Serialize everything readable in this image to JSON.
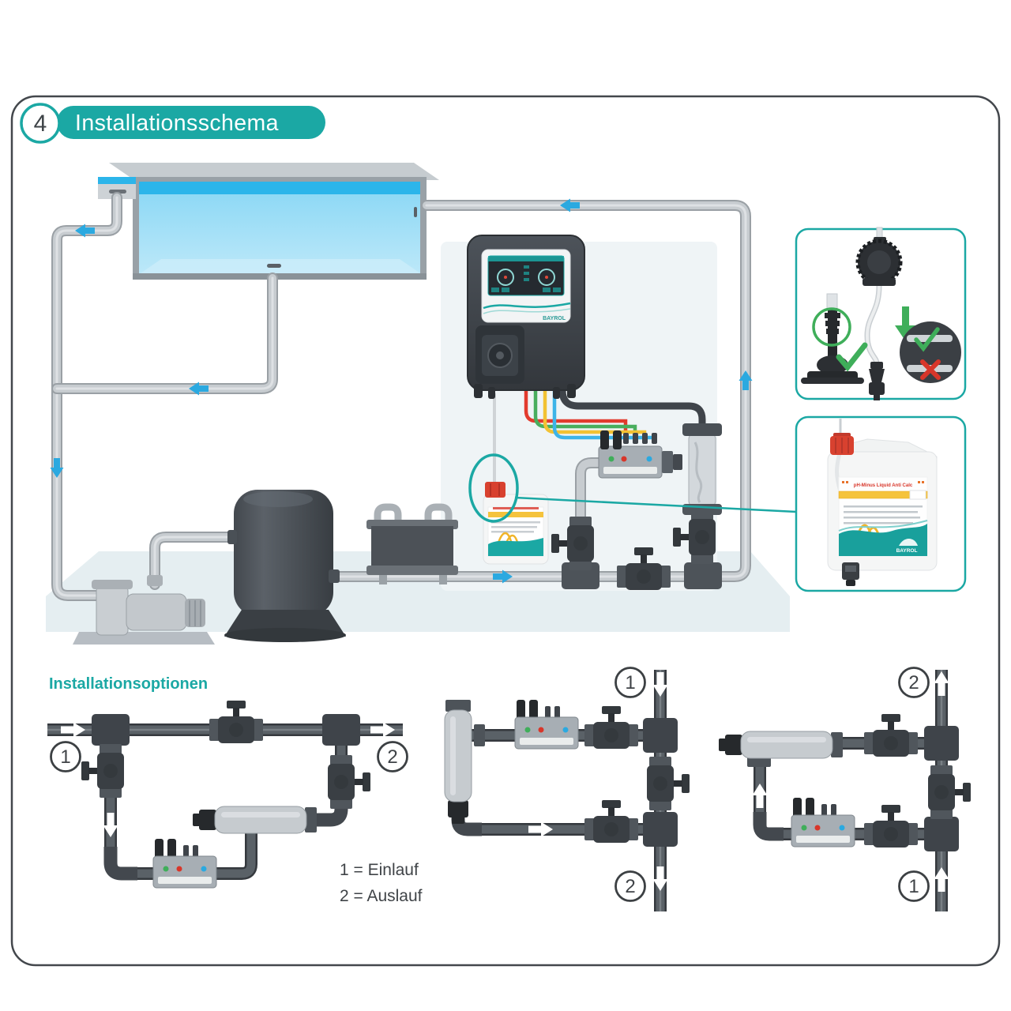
{
  "header": {
    "step_number": "4",
    "title": "Installationsschema"
  },
  "sections": {
    "options_title": "Installationsoptionen"
  },
  "legend": {
    "inlet": "1 = Einlauf",
    "outlet": "2 = Auslauf"
  },
  "brand": {
    "name": "BAYROL"
  },
  "inset_canister": {
    "label": "pH-Minus Liquid Anti Calc"
  },
  "markers": {
    "a_inlet": "1",
    "a_outlet": "2",
    "b_inlet": "1",
    "b_outlet": "2",
    "c_outlet": "2",
    "c_inlet": "1"
  },
  "colors": {
    "accent_teal": "#1BA8A4",
    "arrow_blue": "#2BA9E0",
    "water_blue": "#7ED2F3",
    "pipe_gray": "#C6CBCE",
    "dark_component": "#3F444A",
    "check_green": "#3FAE5A",
    "error_red": "#D8362A",
    "cap_red": "#D8412F",
    "label_yellow": "#F5C33C"
  }
}
